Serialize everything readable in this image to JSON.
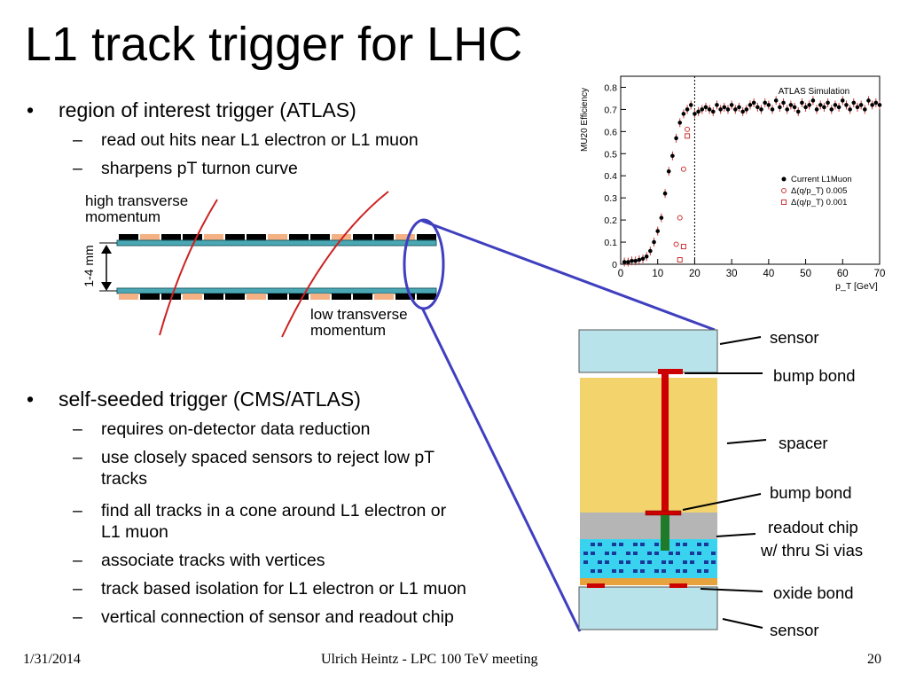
{
  "title": "L1 track trigger for LHC",
  "section1": {
    "bullet": "region of interest trigger (ATLAS)",
    "subs": [
      "read out hits near L1 electron or L1 muon",
      "sharpens pT turnon curve"
    ]
  },
  "section2": {
    "bullet": "self-seeded trigger (CMS/ATLAS)",
    "subs": [
      [
        "requires on-detector data reduction"
      ],
      [
        "use closely spaced sensors to reject low pT",
        "tracks"
      ],
      [
        "find all tracks in a cone around L1 electron or",
        "L1 muon"
      ],
      [
        "associate tracks with vertices"
      ],
      [
        "track based isolation for L1 electron or L1 muon"
      ],
      [
        "vertical connection of sensor and readout chip"
      ]
    ]
  },
  "left_diagram": {
    "high_label": [
      "high transverse",
      "momentum"
    ],
    "low_label": [
      "low transverse",
      "momentum"
    ],
    "gap_label": "1-4 mm"
  },
  "stack_diagram": {
    "labels": [
      "sensor",
      "bump bond",
      "spacer",
      "bump bond",
      "readout chip",
      "w/ thru Si vias",
      "oxide bond",
      "sensor"
    ],
    "colors": {
      "sensor": "#b9e3ea",
      "spacer": "#f2d36c",
      "readout": "#b5b5b5",
      "via": "#cc0000",
      "zoom": "#3f3fbf"
    }
  },
  "footer": {
    "date": "1/31/2014",
    "center": "Ulrich Heintz - LPC 100 TeV meeting",
    "page": "20"
  },
  "chart_data": {
    "type": "scatter",
    "title": "ATLAS Simulation",
    "xlabel": "p_T [GeV]",
    "ylabel": "MU20 Efficiency",
    "xlim": [
      0,
      70
    ],
    "ylim": [
      0,
      0.85
    ],
    "xticks": [
      0,
      10,
      20,
      30,
      40,
      50,
      60,
      70
    ],
    "yticks": [
      0,
      0.1,
      0.2,
      0.3,
      0.4,
      0.5,
      0.6,
      0.7,
      0.8
    ],
    "threshold_x": 20,
    "legend": {
      "placement": "right-middle",
      "entries": [
        "Current L1Muon",
        "Δ(q/p_T) 0.005",
        "Δ(q/p_T) 0.001"
      ]
    },
    "series": [
      {
        "name": "Current L1Muon",
        "marker": "filled-circle",
        "color": "#000000",
        "x": [
          1,
          2,
          3,
          4,
          5,
          6,
          7,
          8,
          9,
          10,
          11,
          12,
          13,
          14,
          15,
          16,
          17,
          18,
          19,
          20,
          21,
          22,
          23,
          24,
          25,
          26,
          27,
          28,
          29,
          30,
          31,
          32,
          33,
          34,
          35,
          36,
          37,
          38,
          39,
          40,
          41,
          42,
          43,
          44,
          45,
          46,
          47,
          48,
          49,
          50,
          51,
          52,
          53,
          54,
          55,
          56,
          57,
          58,
          59,
          60,
          61,
          62,
          63,
          64,
          65,
          66,
          67,
          68,
          69,
          70
        ],
        "y": [
          0.01,
          0.01,
          0.015,
          0.015,
          0.02,
          0.025,
          0.035,
          0.06,
          0.1,
          0.15,
          0.21,
          0.32,
          0.42,
          0.49,
          0.57,
          0.64,
          0.68,
          0.7,
          0.72,
          0.68,
          0.69,
          0.7,
          0.71,
          0.7,
          0.69,
          0.72,
          0.7,
          0.71,
          0.7,
          0.72,
          0.7,
          0.71,
          0.69,
          0.7,
          0.72,
          0.73,
          0.71,
          0.7,
          0.73,
          0.72,
          0.7,
          0.74,
          0.71,
          0.73,
          0.7,
          0.72,
          0.71,
          0.69,
          0.73,
          0.71,
          0.72,
          0.74,
          0.7,
          0.72,
          0.71,
          0.73,
          0.7,
          0.72,
          0.71,
          0.74,
          0.72,
          0.7,
          0.73,
          0.71,
          0.72,
          0.7,
          0.74,
          0.72,
          0.73,
          0.72
        ]
      },
      {
        "name": "Δ(q/p_T) 0.005",
        "marker": "open-circle",
        "color": "#cc3333",
        "x": [
          15,
          16,
          17,
          18
        ],
        "y": [
          0.09,
          0.21,
          0.43,
          0.61
        ]
      },
      {
        "name": "Δ(q/p_T) 0.001",
        "marker": "open-square",
        "color": "#cc3333",
        "x": [
          16,
          17,
          18
        ],
        "y": [
          0.02,
          0.08,
          0.58
        ]
      }
    ]
  }
}
